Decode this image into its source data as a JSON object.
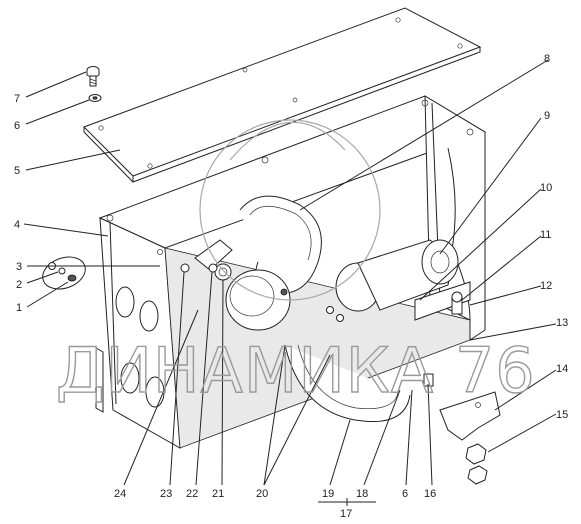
{
  "watermark": {
    "text": "ДИНАМИКА 76"
  },
  "callouts": [
    {
      "id": "c7",
      "label": "7"
    },
    {
      "id": "c6a",
      "label": "6"
    },
    {
      "id": "c5",
      "label": "5"
    },
    {
      "id": "c4",
      "label": "4"
    },
    {
      "id": "c3",
      "label": "3"
    },
    {
      "id": "c2",
      "label": "2"
    },
    {
      "id": "c1",
      "label": "1"
    },
    {
      "id": "c8",
      "label": "8"
    },
    {
      "id": "c9",
      "label": "9"
    },
    {
      "id": "c10",
      "label": "10"
    },
    {
      "id": "c11",
      "label": "11"
    },
    {
      "id": "c12",
      "label": "12"
    },
    {
      "id": "c13",
      "label": "13"
    },
    {
      "id": "c14",
      "label": "14"
    },
    {
      "id": "c15",
      "label": "15"
    },
    {
      "id": "c24",
      "label": "24"
    },
    {
      "id": "c23",
      "label": "23"
    },
    {
      "id": "c22",
      "label": "22"
    },
    {
      "id": "c21",
      "label": "21"
    },
    {
      "id": "c20",
      "label": "20"
    },
    {
      "id": "c19",
      "label": "19"
    },
    {
      "id": "c18",
      "label": "18"
    },
    {
      "id": "c6b",
      "label": "6"
    },
    {
      "id": "c16",
      "label": "16"
    },
    {
      "id": "c17",
      "label": "17"
    }
  ]
}
